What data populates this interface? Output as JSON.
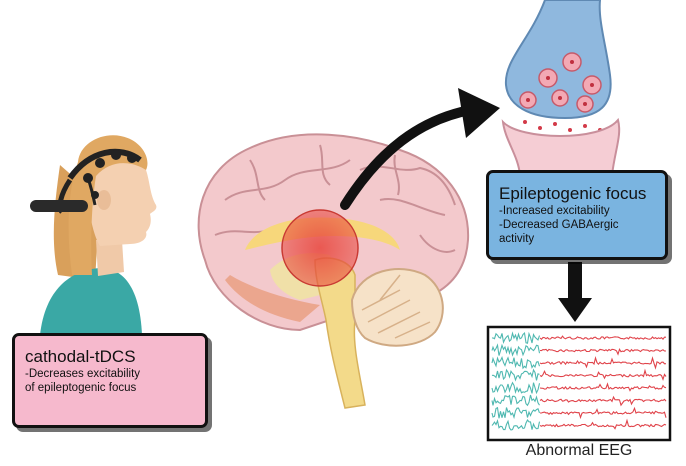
{
  "tdcs_box": {
    "title": "cathodal-tDCS",
    "lines": [
      "-Decreases excitability",
      "of epileptogenic focus"
    ]
  },
  "focus_box": {
    "title": "Epileptogenic focus",
    "lines": [
      "-Increased excitability",
      "-Decreased GABAergic",
      "activity"
    ]
  },
  "eeg": {
    "caption": "Abnormal EEG"
  },
  "colors": {
    "tdcs_box": "#f6b9cd",
    "focus_box": "#7ab4e0",
    "brain": "#f3c9cc",
    "focus_highlight": "#e8453c",
    "eeg_normal": "#4fb8b0",
    "eeg_abnormal": "#e0434a"
  }
}
